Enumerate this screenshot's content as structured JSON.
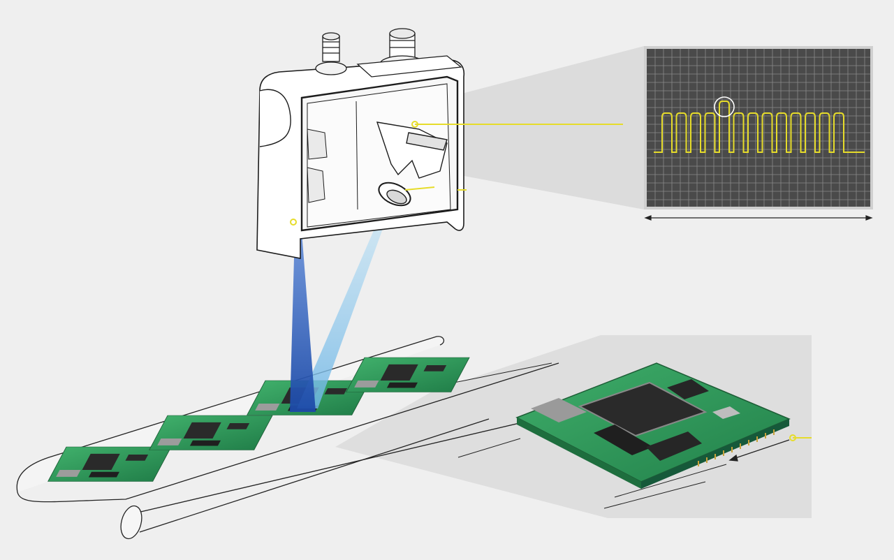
{
  "scene": {
    "description_items": [
      "sensor-housing",
      "connectors",
      "light-beams",
      "conveyor-belt",
      "pcb-boards",
      "oscilloscope-display",
      "pcb-detail-view"
    ],
    "pcb_board_count": 4,
    "oscilloscope": {
      "pulse_count": 13,
      "highlighted_pulse_index": 4
    }
  },
  "colors": {
    "background": "#efefef",
    "panel": "#dedede",
    "signal": "#e6dc2a",
    "screen": "#4a4a4a",
    "screen_grid": "#8a8a8a",
    "beam_dark": "#2b5fb8",
    "beam_light": "#8cc6ea",
    "pcb_green": "#2f9a5a",
    "chip": "#2a2a2a",
    "outline": "#222222"
  }
}
